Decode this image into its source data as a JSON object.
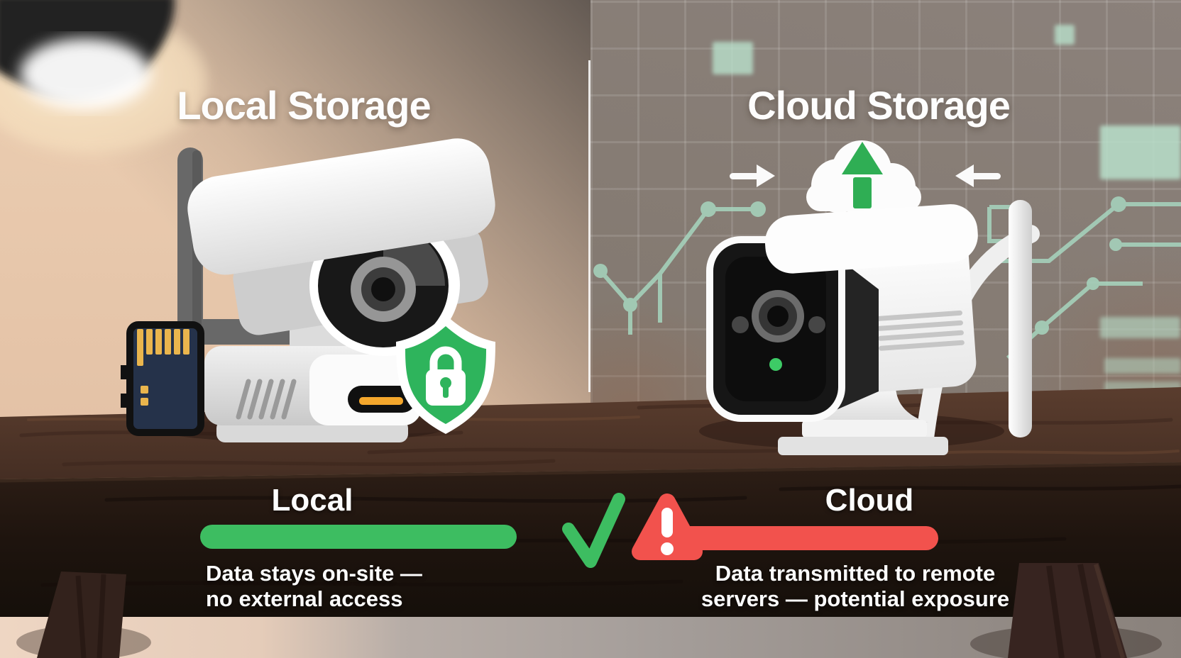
{
  "infographic": {
    "left": {
      "title": "Local Storage",
      "label": "Local",
      "description": "Data stays on-site —\nno external access",
      "bar_color": "#3dbd61",
      "icons": [
        "desk-lamp",
        "wifi-security-camera",
        "sd-card-icon",
        "shield-lock-icon",
        "check-icon"
      ]
    },
    "right": {
      "title": "Cloud Storage",
      "label": "Cloud",
      "description": "Data transmitted to remote\nservers — potential exposure",
      "bar_color": "#f2524d",
      "icons": [
        "cloud-upload-icon",
        "arrow-right-icon",
        "arrow-left-icon",
        "security-camera",
        "warning-icon"
      ]
    },
    "colors": {
      "green": "#3dbd61",
      "red": "#f2524d",
      "cloud_arrow_green": "#2fae54",
      "shield_green": "#2eb45c",
      "led_green": "#3dcb66",
      "table_wood": "#54382b",
      "table_front": "#241812",
      "left_background": "#e8cbb0",
      "right_background": "#857b75",
      "circuit_trace": "#a7d6bf",
      "sd_card_body": "#25324a",
      "sd_card_pins": "#eab54d",
      "port_accent": "#f4a72c"
    }
  }
}
